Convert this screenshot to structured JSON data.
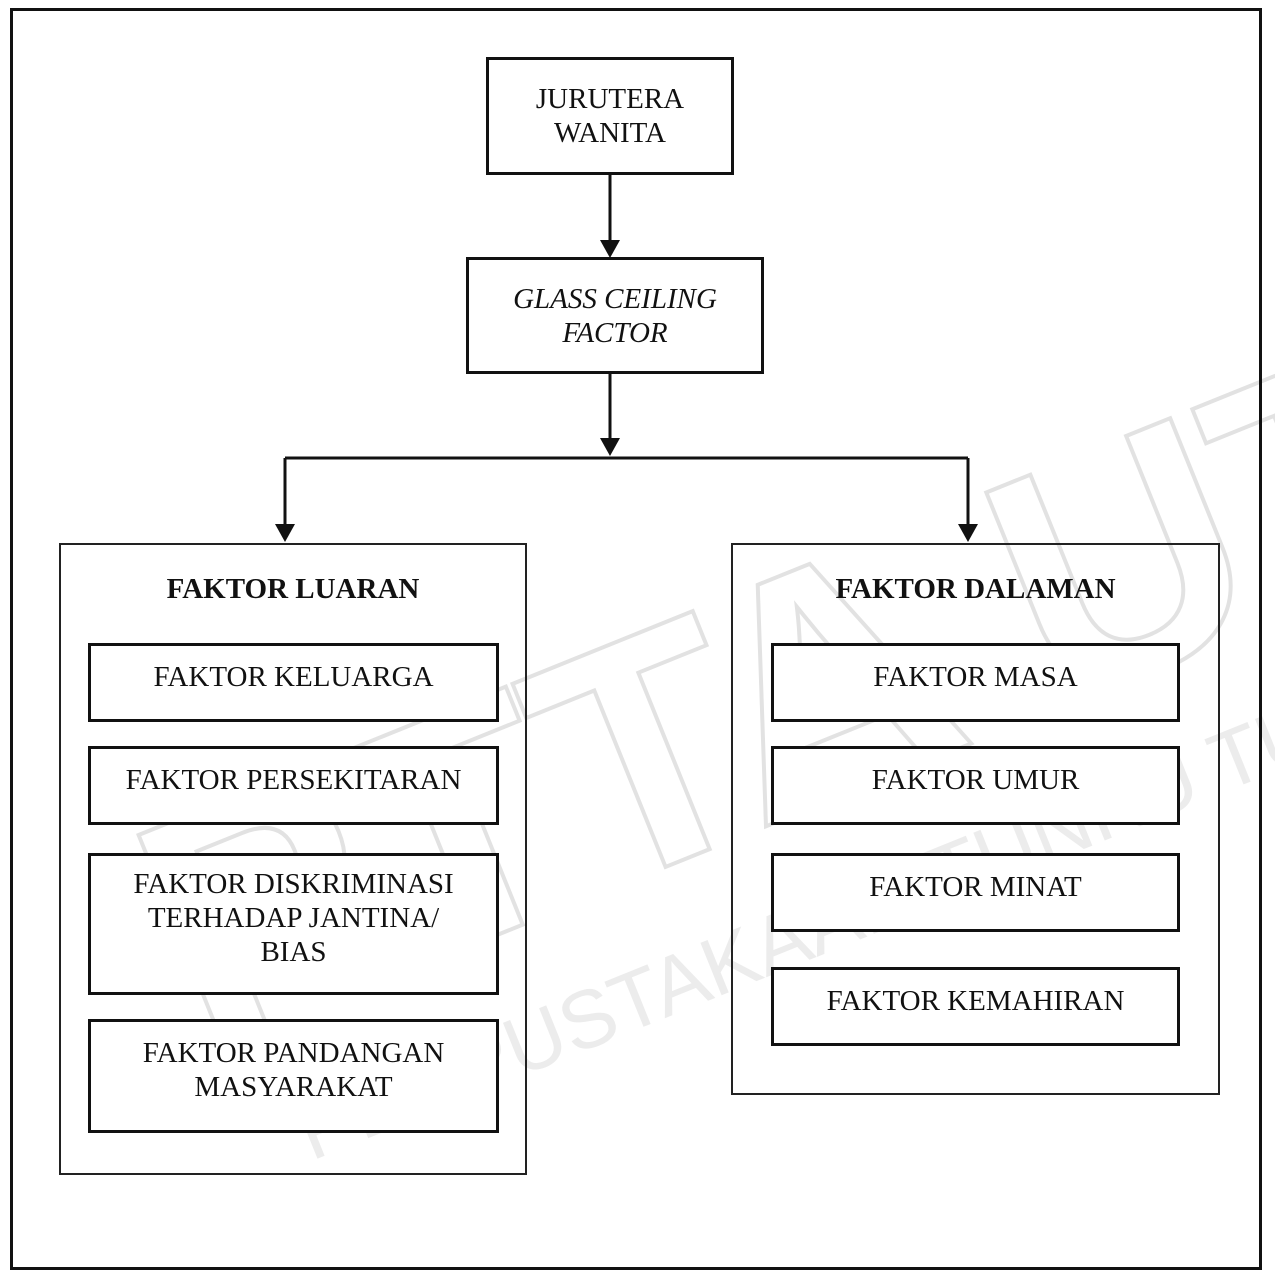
{
  "top": {
    "line1": "JURUTERA",
    "line2": "WANITA"
  },
  "middle": {
    "line1": "GLASS CEILING",
    "line2": "FACTOR"
  },
  "left_group": {
    "title": "FAKTOR LUARAN",
    "items": [
      "FAKTOR KELUARGA",
      "FAKTOR PERSEKITARAN",
      "FAKTOR DISKRIMINASI\nTERHADAP JANTINA/\nBIAS",
      "FAKTOR PANDANGAN\nMASYARAKAT"
    ]
  },
  "right_group": {
    "title": "FAKTOR DALAMAN",
    "items": [
      "FAKTOR MASA",
      "FAKTOR UMUR",
      "FAKTOR MINAT",
      "FAKTOR KEMAHIRAN"
    ]
  },
  "watermark": {
    "big": "PTTA UTHM",
    "small": "PERPUSTAKAAN TUNKU TUN AMINAH"
  },
  "colors": {
    "line": "#111111",
    "watermark": "#e4e4e4"
  }
}
